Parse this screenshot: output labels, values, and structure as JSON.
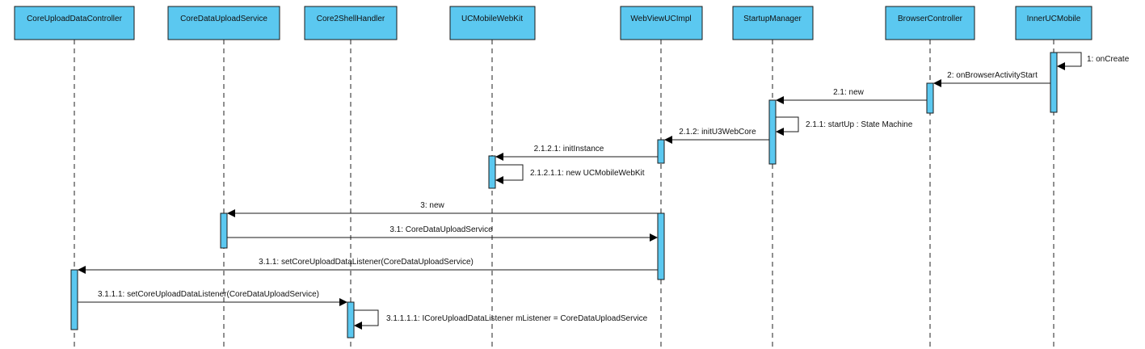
{
  "lifelines": [
    {
      "id": "cudc",
      "name": "CoreUploadDataController"
    },
    {
      "id": "cdus",
      "name": "CoreDataUploadService"
    },
    {
      "id": "c2sh",
      "name": "Core2ShellHandler"
    },
    {
      "id": "ucwk",
      "name": "UCMobileWebKit"
    },
    {
      "id": "wvui",
      "name": "WebViewUCImpl"
    },
    {
      "id": "stmg",
      "name": "StartupManager"
    },
    {
      "id": "brct",
      "name": "BrowserController"
    },
    {
      "id": "iucm",
      "name": "InnerUCMobile"
    }
  ],
  "messages": [
    {
      "id": "m1",
      "label": "1: onCreate",
      "from": "iucm",
      "to": "iucm",
      "self": true
    },
    {
      "id": "m2",
      "label": "2: onBrowserActivityStart",
      "from": "iucm",
      "to": "brct"
    },
    {
      "id": "m3",
      "label": "2.1: new",
      "from": "brct",
      "to": "stmg"
    },
    {
      "id": "m4",
      "label": "2.1.1: startUp : State Machine",
      "from": "stmg",
      "to": "stmg",
      "self": true
    },
    {
      "id": "m5",
      "label": "2.1.2: initU3WebCore",
      "from": "stmg",
      "to": "wvui"
    },
    {
      "id": "m6",
      "label": "2.1.2.1: initInstance",
      "from": "wvui",
      "to": "ucwk"
    },
    {
      "id": "m7",
      "label": "2.1.2.1.1: new UCMobileWebKit",
      "from": "ucwk",
      "to": "ucwk",
      "self": true
    },
    {
      "id": "m8",
      "label": "3: new",
      "from": "wvui",
      "to": "cdus"
    },
    {
      "id": "m9",
      "label": "3.1: CoreDataUploadService",
      "from": "cdus",
      "to": "wvui"
    },
    {
      "id": "m10",
      "label": "3.1.1: setCoreUploadDataListener(CoreDataUploadService)",
      "from": "wvui",
      "to": "cudc"
    },
    {
      "id": "m11",
      "label": "3.1.1.1: setCoreUploadDataListener(CoreDataUploadService)",
      "from": "cudc",
      "to": "c2sh"
    },
    {
      "id": "m12",
      "label": "3.1.1.1.1: ICoreUploadDataListener mListener = CoreDataUploadService",
      "from": "c2sh",
      "to": "c2sh",
      "self": true
    }
  ],
  "colors": {
    "box_fill": "#5bc8f0",
    "outline": "#1a1a1a",
    "background": "#ffffff"
  }
}
